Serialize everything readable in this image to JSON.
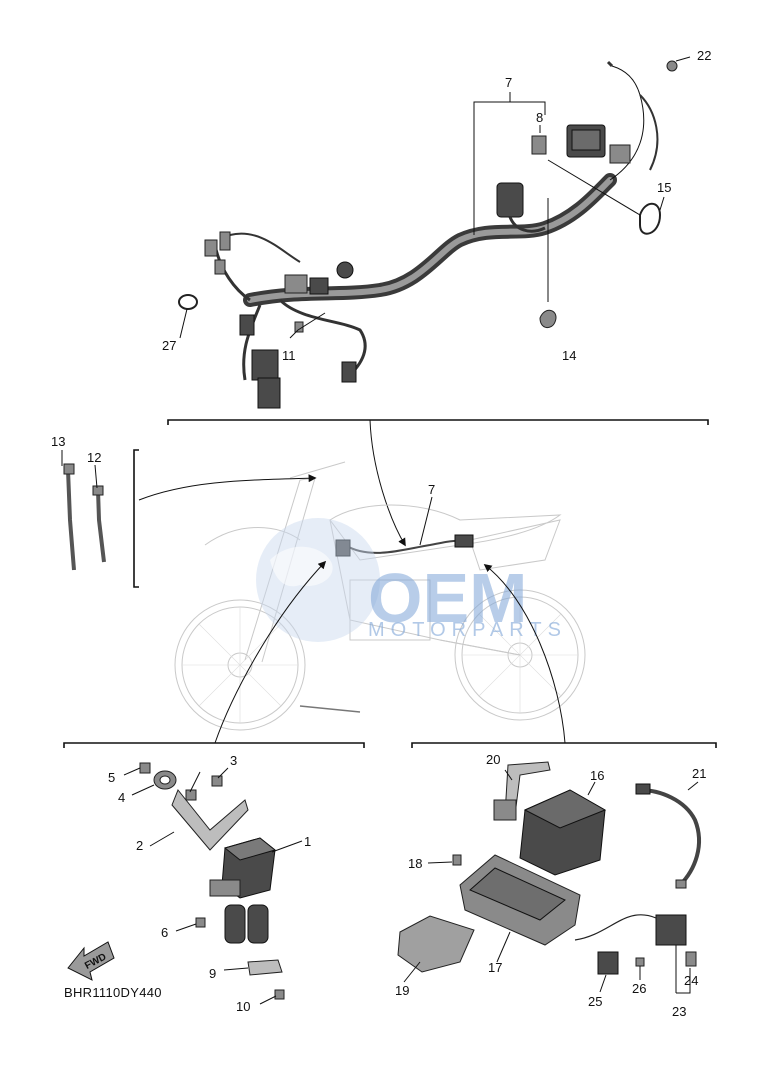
{
  "diagram": {
    "code": "BHR1110DY440",
    "fwd_label": "FWD",
    "watermark_main": "OEM",
    "watermark_sub": "MOTORPARTS",
    "callouts": [
      {
        "id": "c1",
        "label": "1"
      },
      {
        "id": "c2",
        "label": "2"
      },
      {
        "id": "c3",
        "label": "3"
      },
      {
        "id": "c4",
        "label": "4"
      },
      {
        "id": "c5",
        "label": "5"
      },
      {
        "id": "c6",
        "label": "6"
      },
      {
        "id": "c7a",
        "label": "7"
      },
      {
        "id": "c7b",
        "label": "7"
      },
      {
        "id": "c8",
        "label": "8"
      },
      {
        "id": "c9",
        "label": "9"
      },
      {
        "id": "c10",
        "label": "10"
      },
      {
        "id": "c11",
        "label": "11"
      },
      {
        "id": "c12",
        "label": "12"
      },
      {
        "id": "c13",
        "label": "13"
      },
      {
        "id": "c14",
        "label": "14"
      },
      {
        "id": "c15",
        "label": "15"
      },
      {
        "id": "c16",
        "label": "16"
      },
      {
        "id": "c17",
        "label": "17"
      },
      {
        "id": "c18",
        "label": "18"
      },
      {
        "id": "c19",
        "label": "19"
      },
      {
        "id": "c20",
        "label": "20"
      },
      {
        "id": "c21",
        "label": "21"
      },
      {
        "id": "c22",
        "label": "22"
      },
      {
        "id": "c23",
        "label": "23"
      },
      {
        "id": "c24",
        "label": "24"
      },
      {
        "id": "c25",
        "label": "25"
      },
      {
        "id": "c26",
        "label": "26"
      },
      {
        "id": "c27",
        "label": "27"
      }
    ]
  }
}
